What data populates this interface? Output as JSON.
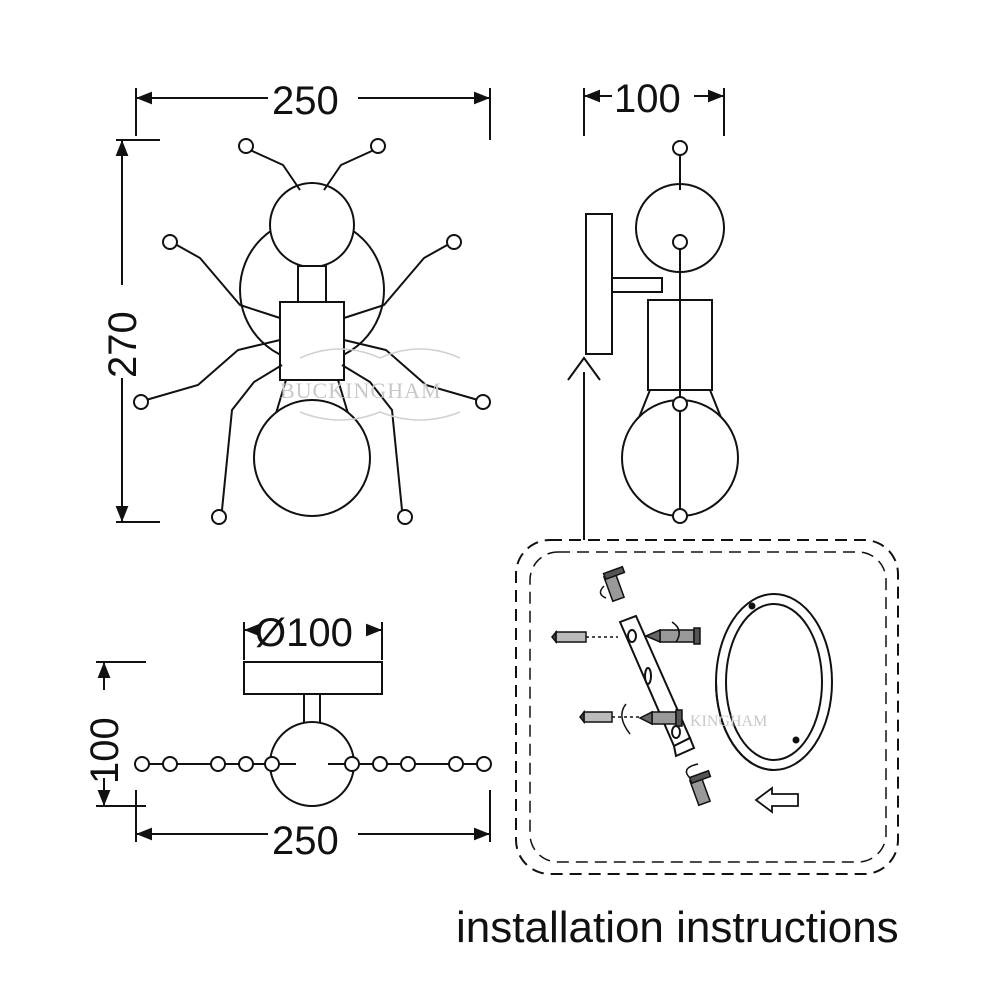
{
  "dimensions": {
    "front_width": "250",
    "front_height": "270",
    "side_depth": "100",
    "top_base_diameter": "Ø100",
    "top_depth": "100",
    "top_width": "250"
  },
  "caption": "installation instructions",
  "watermark": "BUCKINGHAM",
  "watermark_partial": "KINGHAM"
}
